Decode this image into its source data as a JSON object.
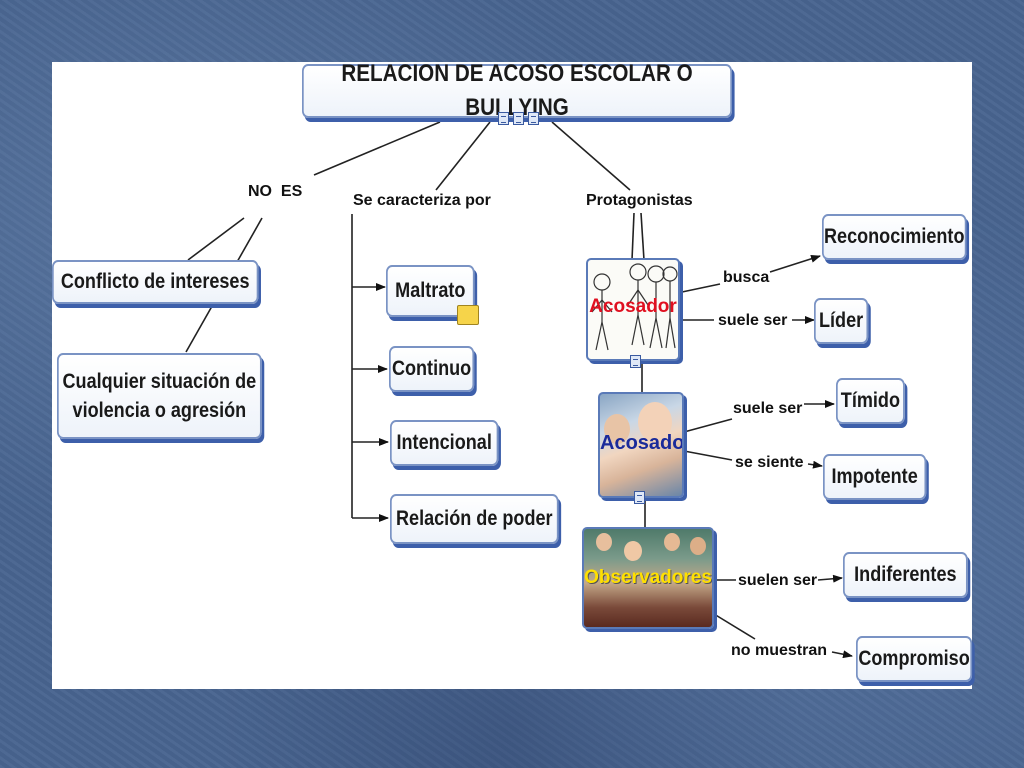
{
  "title": "RELACION DE ACOSO ESCOLAR O BULLYING",
  "branches": {
    "no_es": "NO  ES",
    "se_caracteriza": "Se caracteriza por",
    "protagonistas": "Protagonistas"
  },
  "no_es_items": [
    "Conflicto de intereses",
    "Cualquier situación de violencia o agresión"
  ],
  "caracteristicas": [
    "Maltrato",
    "Continuo",
    "Intencional",
    "Relación de poder"
  ],
  "acosador": {
    "label": "Acosador",
    "links": [
      {
        "verb": "busca",
        "target": "Reconocimiento"
      },
      {
        "verb": "suele ser",
        "target": "Líder"
      }
    ]
  },
  "acosado": {
    "label": "Acosado",
    "links": [
      {
        "verb": "suele ser",
        "target": "Tímido"
      },
      {
        "verb": "se siente",
        "target": "Impotente"
      }
    ]
  },
  "observadores": {
    "label": "Observadores",
    "links": [
      {
        "verb": "suelen ser",
        "target": "Indiferentes"
      },
      {
        "verb": "no muestran",
        "target": "Compromiso"
      }
    ]
  },
  "colors": {
    "background": "#48648f",
    "node_border": "#7a93c4",
    "node_shadow": "#3d5faa",
    "acosador_text": "#e01020",
    "acosado_text": "#1a2a9a",
    "observadores_text": "#ffe000"
  }
}
